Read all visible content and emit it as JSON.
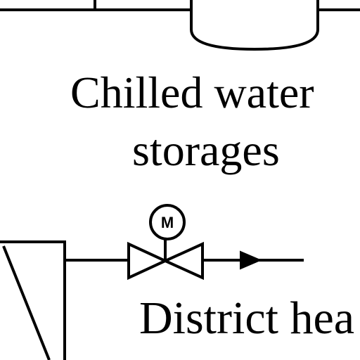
{
  "labels": {
    "storage_line_1": "Chilled water",
    "storage_line_2": "storages",
    "district": "District hea"
  },
  "valve": {
    "actuator_letter": "M"
  },
  "colors": {
    "stroke": "#000000",
    "background": "#ffffff"
  }
}
